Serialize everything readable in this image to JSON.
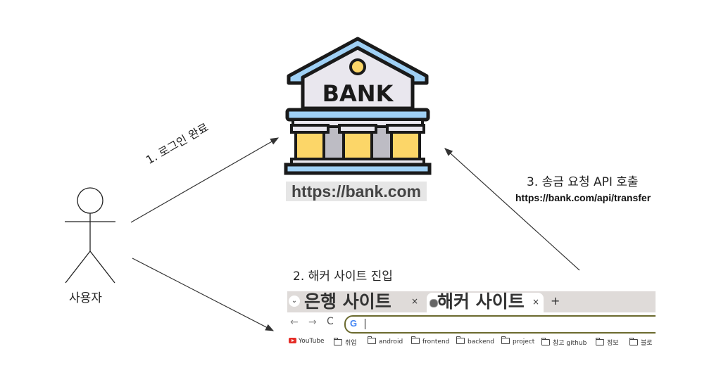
{
  "bank": {
    "sign": "BANK",
    "url": "https://bank.com"
  },
  "user": {
    "label": "사용자"
  },
  "steps": {
    "login": "1. 로그인 완료",
    "hacker_site": "2. 해커 사이트 진입",
    "transfer": "3. 송금 요청 API 호출",
    "transfer_url": "https://bank.com/api/transfer"
  },
  "browser": {
    "tabs": [
      {
        "title": "은행 사이트",
        "close": "×"
      },
      {
        "title": "해커 사이트",
        "close": "×"
      }
    ],
    "new_tab": "+",
    "chevron": "⌄",
    "nav": {
      "back": "←",
      "forward": "→",
      "reload": "C"
    },
    "omnibox_icon": "G",
    "bookmarks": [
      {
        "label": "YouTube",
        "icon": "youtube-icon"
      },
      {
        "label": "취업",
        "icon": "folder-icon"
      },
      {
        "label": "android",
        "icon": "folder-icon"
      },
      {
        "label": "frontend",
        "icon": "folder-icon"
      },
      {
        "label": "backend",
        "icon": "folder-icon"
      },
      {
        "label": "project",
        "icon": "folder-icon"
      },
      {
        "label": "참고 github",
        "icon": "folder-icon"
      },
      {
        "label": "정보",
        "icon": "folder-icon"
      },
      {
        "label": "블로",
        "icon": "folder-icon"
      }
    ]
  },
  "colors": {
    "roof": "#9fd0f5",
    "outline": "#1a1a1a",
    "wall": "#e9e7ee",
    "pillar_gap": "#fcd668",
    "arrow": "#333333"
  }
}
